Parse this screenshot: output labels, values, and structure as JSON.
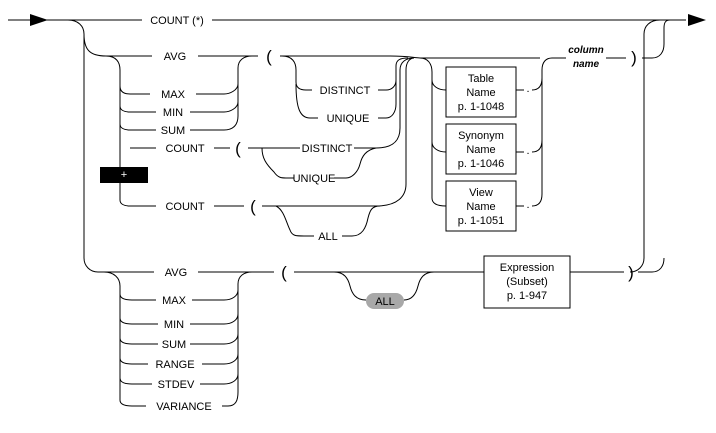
{
  "diagram": {
    "count_star": "COUNT (*)",
    "avg": "AVG",
    "max": "MAX",
    "min": "MIN",
    "sum": "SUM",
    "count": "COUNT",
    "distinct": "DISTINCT",
    "unique": "UNIQUE",
    "all": "ALL",
    "range": "RANGE",
    "stdev": "STDEV",
    "variance": "VARIANCE",
    "open_paren": "(",
    "close_paren": ")",
    "dot": ".",
    "plus": "+",
    "column_name": [
      "column",
      "name"
    ],
    "table_box": [
      "Table",
      "Name",
      "p. 1-1048"
    ],
    "synonym_box": [
      "Synonym",
      "Name",
      "p. 1-1046"
    ],
    "view_box": [
      "View",
      "Name",
      "p. 1-1051"
    ],
    "expression_box": [
      "Expression",
      "(Subset)",
      "p. 1-947"
    ]
  }
}
